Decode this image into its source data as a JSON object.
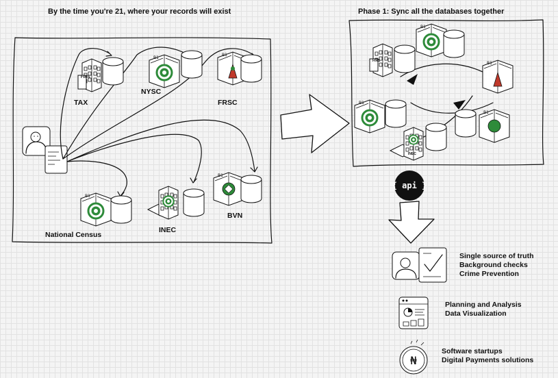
{
  "left_panel": {
    "title": "By the time you're 21, where your records will exist",
    "agencies": [
      {
        "id": "tax",
        "label": "TAX",
        "building_text": "FIRS"
      },
      {
        "id": "nysc",
        "label": "NYSC"
      },
      {
        "id": "frsc",
        "label": "FRSC"
      },
      {
        "id": "census",
        "label": "National Census"
      },
      {
        "id": "inec",
        "label": "INEC"
      },
      {
        "id": "bvn",
        "label": "BVN"
      }
    ]
  },
  "right_panel": {
    "title": "Phase 1: Sync all the databases together",
    "building_texts": {
      "firs": "FIRS",
      "inec": "INEC"
    }
  },
  "api_badge": "{ api }",
  "outcomes": [
    {
      "lines": [
        "Single source of truth",
        "Background checks",
        "Crime Prevention"
      ],
      "icon": "person-check-icon"
    },
    {
      "lines": [
        "Planning and Analysis",
        "Data Visualization"
      ],
      "icon": "dashboard-icon"
    },
    {
      "lines": [
        "Software startups",
        "Digital Payments solutions"
      ],
      "icon": "naira-coin-icon",
      "coin_symbol": "₦"
    }
  ],
  "colors": {
    "seal_green": "#2e8b3a",
    "seal_red": "#c0392b",
    "badge_bg": "#111111"
  }
}
